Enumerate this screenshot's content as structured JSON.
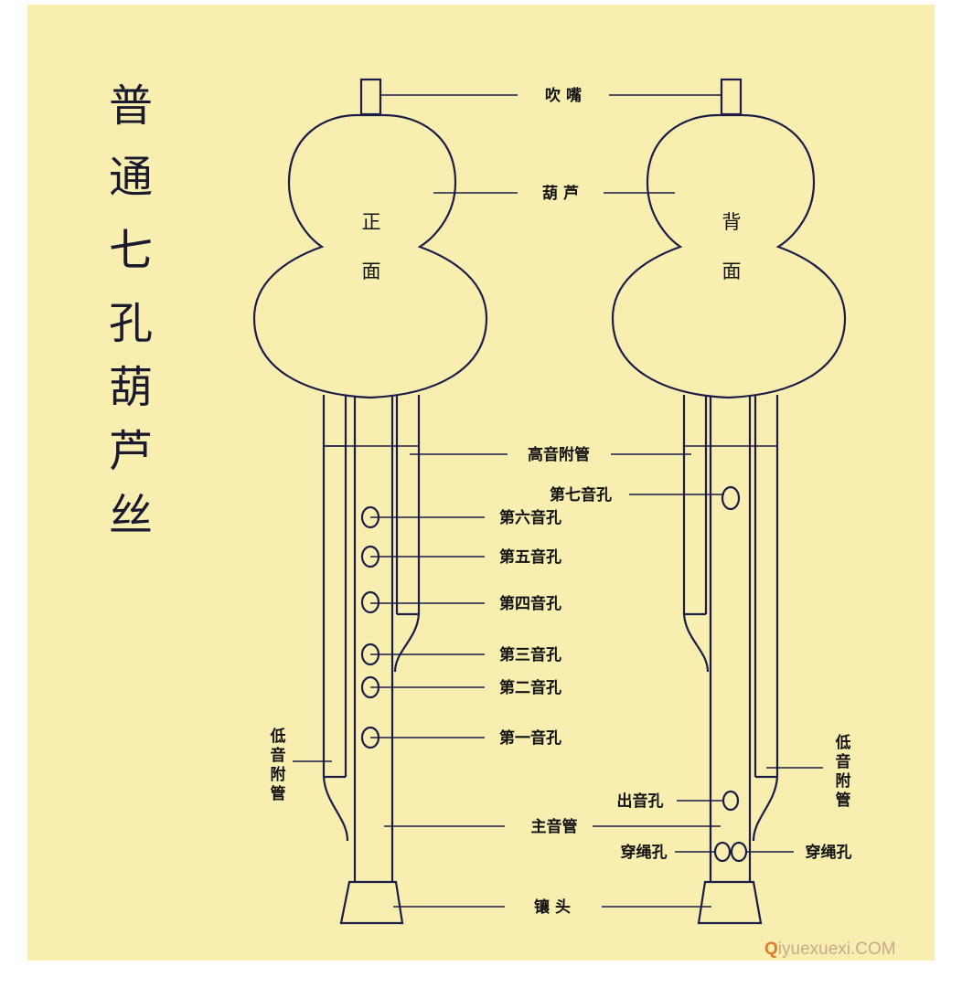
{
  "title": [
    "普",
    "通",
    "七",
    "孔",
    "葫",
    "芦",
    "丝"
  ],
  "faces": {
    "front": [
      "正",
      "面"
    ],
    "back": [
      "背",
      "面"
    ]
  },
  "labels": {
    "mouthpiece": "吹 嘴",
    "gourd": "葫 芦",
    "high_pipe": "高音附管",
    "hole7": "第七音孔",
    "hole6": "第六音孔",
    "hole5": "第五音孔",
    "hole4": "第四音孔",
    "hole3": "第三音孔",
    "hole2": "第二音孔",
    "hole1": "第一音孔",
    "low_pipe": [
      "低",
      "音",
      "附",
      "管"
    ],
    "sound_hole": "出音孔",
    "main_pipe": "主音管",
    "rope_hole": "穿绳孔",
    "ferrule": "镶 头"
  },
  "watermark": {
    "q": "Q",
    "rest": "iyuexuexi.COM"
  },
  "colors": {
    "background": "#f7eeb0",
    "line": "#1b1d48",
    "title": "#1a1a2e"
  }
}
